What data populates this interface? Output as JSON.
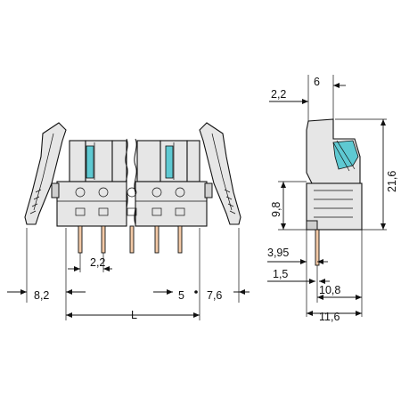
{
  "drawing": {
    "front_view": {
      "dimensions": {
        "pitch_pin": "2,2",
        "left_offset": "8,2",
        "pitch": "5",
        "right_offset": "7,6",
        "length": "L"
      }
    },
    "side_view": {
      "dimensions": {
        "top_left": "2,2",
        "top_right": "6",
        "height": "21,6",
        "mid_height": "9,8",
        "pin_offset_a": "3,95",
        "pin_offset_b": "1,5",
        "width_inner": "10,8",
        "width_outer": "11,6"
      }
    },
    "colors": {
      "housing": "#e6e6e6",
      "release_lever": "#5ec9d2",
      "pins": "#f3c9a6",
      "lines": "#111111"
    }
  }
}
